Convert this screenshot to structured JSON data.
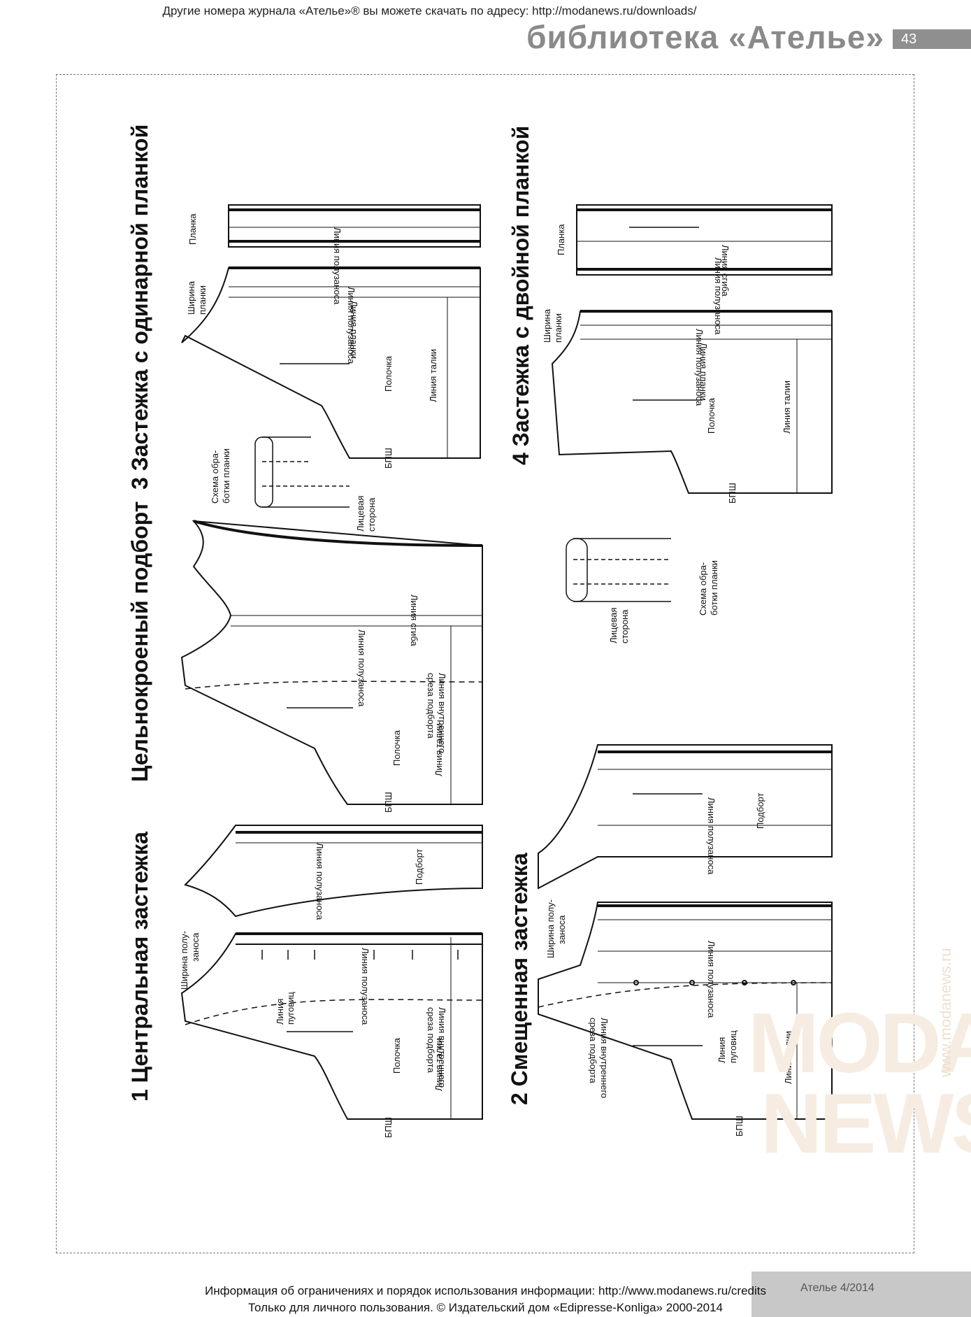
{
  "top_notice": "Другие номера журнала «Ателье»® вы можете скачать по адресу: http://modanews.ru/downloads/",
  "header": {
    "title": "библиотека «Ателье»",
    "page_number": "43"
  },
  "sections": {
    "s1": "1  Центральная застежка",
    "s_mid": "Цельнокроеный подборт",
    "s3": "3  Застежка с одинарной планкой",
    "s2": "2  Смещенная застежка",
    "s4": "4  Застежка с двойной планкой"
  },
  "labels": {
    "polochka": "Полочка",
    "linia_talii": "Линия талии",
    "bpsh": "БПШ",
    "linia_poluzanosa": "Линия полузаноса",
    "linia_vnutr": "Линия внутреннего",
    "sreza_podborta": "среза подборта",
    "linia_pugovic_1": "Линия",
    "linia_pugovic_2": "пуговиц",
    "shirina_poluzanosa_1": "Ширина полу-",
    "shirina_poluzanosa_2": "заноса",
    "podbort": "Подборт",
    "linia_sgiba": "Линия сгиба",
    "planka": "Планка",
    "linia_planki": "Линия планки",
    "shirina_planki_1": "Ширина",
    "shirina_planki_2": "планки",
    "shema_1": "Схема обра-",
    "shema_2": "ботки планки",
    "licevaya_1": "Лицевая",
    "licevaya_2": "сторона"
  },
  "watermark": {
    "line1": "MODA",
    "line2": "NEWS",
    "url": "www.modanews.ru"
  },
  "footer": {
    "line1": "Информация об ограничениях и порядок использования информации: http://www.modanews.ru/credits",
    "line2": "Только для личного пользования. © Издательский дом «Edipresse-Konliga» 2000-2014",
    "issue": "Ателье 4/2014"
  }
}
